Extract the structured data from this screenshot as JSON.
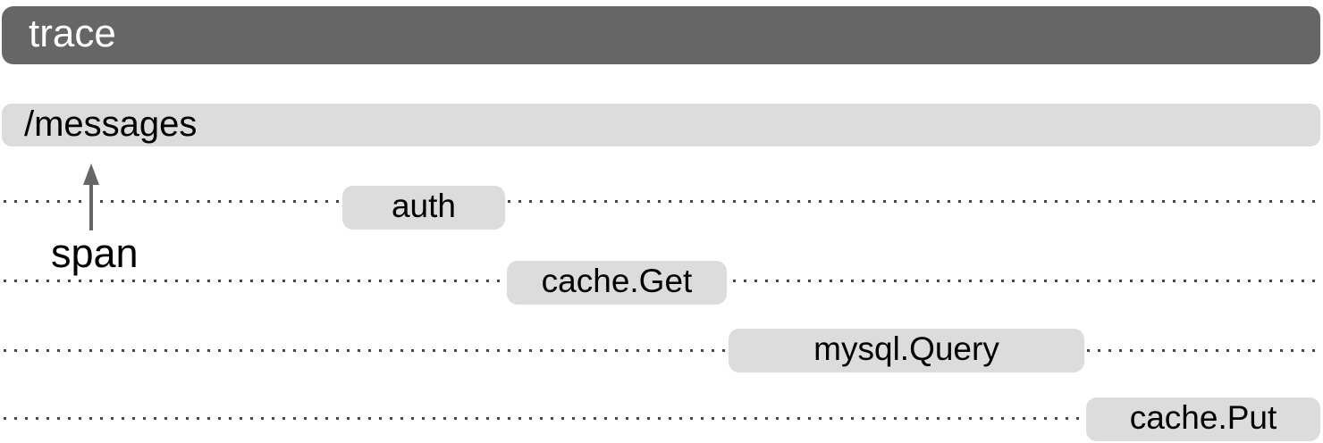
{
  "diagram": {
    "trace_label": "trace",
    "root_span_label": "/messages",
    "annotation_label": "span",
    "child_spans": [
      {
        "label": "auth"
      },
      {
        "label": "cache.Get"
      },
      {
        "label": "mysql.Query"
      },
      {
        "label": "cache.Put"
      }
    ],
    "colors": {
      "trace_bar_fill": "#666666",
      "trace_bar_text": "#ffffff",
      "span_fill": "#dcdcdc",
      "span_text": "#000000",
      "dotted_line": "#474747",
      "arrow": "#666666",
      "background": "#ffffff"
    }
  }
}
